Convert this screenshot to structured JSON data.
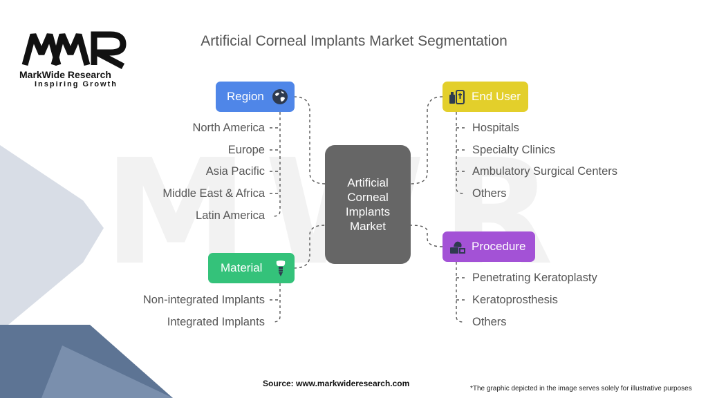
{
  "brand": {
    "name": "MarkWide Research",
    "tagline": "Inspiring Growth",
    "watermark": "MWR",
    "logo_mark": "MWR"
  },
  "title": "Artificial Corneal Implants Market Segmentation",
  "center": {
    "label": "Artificial Corneal Implants Market"
  },
  "segments": {
    "region": {
      "label": "Region",
      "color": "#4f86e8",
      "icon": "globe-icon",
      "items": [
        "North America",
        "Europe",
        "Asia Pacific",
        "Middle East & Africa",
        "Latin America"
      ]
    },
    "material": {
      "label": "Material",
      "color": "#34c27a",
      "icon": "implant-icon",
      "items": [
        "Non-integrated Implants",
        "Integrated Implants"
      ]
    },
    "end_user": {
      "label": "End User",
      "color": "#e3cf2b",
      "icon": "medical-bottle-icon",
      "items": [
        "Hospitals",
        "Specialty Clinics",
        "Ambulatory Surgical Centers",
        "Others"
      ]
    },
    "procedure": {
      "label": "Procedure",
      "color": "#a352d6",
      "icon": "surgery-icon",
      "items": [
        "Penetrating Keratoplasty",
        "Keratoprosthesis",
        "Others"
      ]
    }
  },
  "footer": {
    "source": "Source: www.markwideresearch.com",
    "disclaimer": "*The graphic depicted in the image serves solely for illustrative purposes"
  }
}
